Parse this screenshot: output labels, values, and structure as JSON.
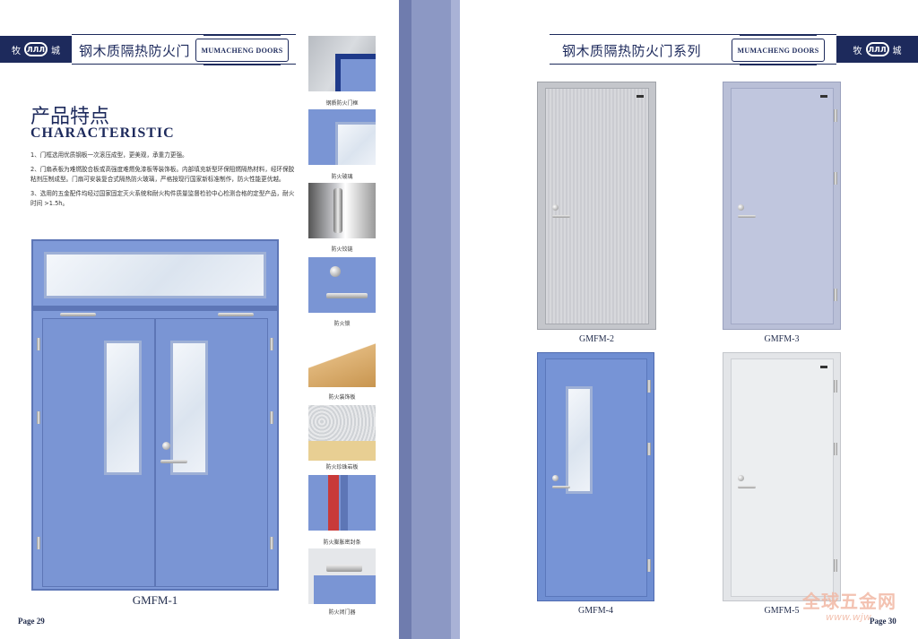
{
  "brand": {
    "logo_text": "ЛЛЛ",
    "left_char": "牧",
    "right_char": "城",
    "en_name": "MUMACHENG DOORS"
  },
  "left_page": {
    "series_title": "钢木质隔热防火门",
    "characteristic_cn": "产品特点",
    "characteristic_en": "CHARACTERISTIC",
    "features": [
      "1、门框选用优质钢板一次滚压成型，更美观，承重力更强。",
      "2、门扇表板为难燃胶合板或高强度难燃免漆板等装饰板。内部填充新型环保阻燃隔热材料，经环保胶粘剂压制成型。门扇可安装复合式隔热防火玻璃，严格按现行国家新标准制作，防火性能更优越。",
      "3、选用的五金配件均经过国家固定灭火系统和耐火构件质量监督检验中心检测合格的定型产品，耐火时间 >1.5h。"
    ],
    "main_door_label": "GMFM-1",
    "page_number": "Page 29"
  },
  "accessories": [
    {
      "label": "钢质防火门框"
    },
    {
      "label": "防火玻璃"
    },
    {
      "label": "防火铰链"
    },
    {
      "label": "防火锁"
    },
    {
      "label": "防火装饰板"
    },
    {
      "label": "防火珍珠岩板"
    },
    {
      "label": "防火膨胀密封条"
    },
    {
      "label": "防火闭门器"
    }
  ],
  "right_page": {
    "series_title": "钢木质隔热防火门系列",
    "doors": [
      {
        "label": "GMFM-2"
      },
      {
        "label": "GMFM-3"
      },
      {
        "label": "GMFM-4"
      },
      {
        "label": "GMFM-5"
      }
    ],
    "page_number": "Page 30"
  },
  "watermark": {
    "cn": "全球五金网",
    "url": "www.wjw"
  },
  "colors": {
    "navy": "#1d2a5c",
    "door_blue": "#6e8fd0",
    "gutter": "#8c98c4",
    "steel": "#c9cace",
    "light_gray": "#e9ebee"
  }
}
